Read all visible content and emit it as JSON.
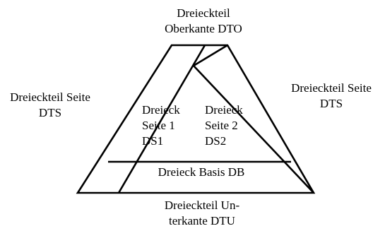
{
  "labels": {
    "top": [
      "Dreieckteil",
      "Oberkante DTO"
    ],
    "left_side": [
      "Dreieckteil Seite",
      "DTS"
    ],
    "right_side": [
      "Dreieckteil Seite",
      "DTS"
    ],
    "side1": [
      "Dreieck",
      "Seite 1",
      "DS1"
    ],
    "side2": [
      "Dreieck",
      "Seite 2",
      "DS2"
    ],
    "base": "Dreieck Basis DB",
    "bottom": [
      "Dreieckteil Un-",
      "terkante DTU"
    ]
  },
  "colors": {
    "stroke": "#000000",
    "text": "#000000",
    "background": "#ffffff"
  }
}
